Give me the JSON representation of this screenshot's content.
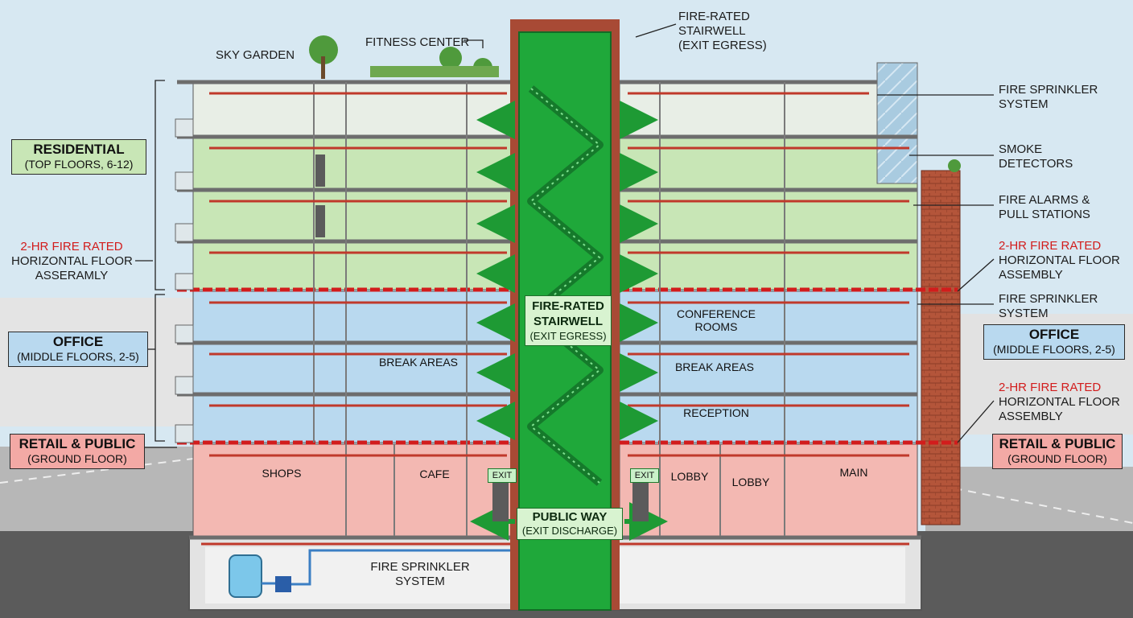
{
  "labels": {
    "sky_garden": "SKY GARDEN",
    "fitness_center": "FITNESS CENTER",
    "stair_top_1": "FIRE-RATED",
    "stair_top_2": "STAIRWELL",
    "stair_top_3": "(EXIT EGRESS)",
    "sprinkler_r1_1": "FIRE SPRINKLER",
    "sprinkler_r1_2": "SYSTEM",
    "smoke_1": "SMOKE",
    "smoke_2": "DETECTORS",
    "alarms_1": "FIRE ALARMS &",
    "alarms_2": "PULL STATIONS",
    "rated_r1_1": "2-HR FIRE RATED",
    "rated_r1_2": "HORIZONTAL FLOOR",
    "rated_r1_3": "ASSEMBLY",
    "sprinkler_r2_1": "FIRE SPRINKLER",
    "sprinkler_r2_2": "SYSTEM",
    "rated_r2_1": "2-HR FIRE RATED",
    "rated_r2_2": "HORIZONTAL FLOOR",
    "rated_r2_3": "ASSEMBLY",
    "rated_left_1": "2-HR FIRE RATED",
    "rated_left_2": "HORIZONTAL FLOOR",
    "rated_left_3": "ASSERAMLY",
    "sprinkler_bottom_1": "FIRE SPRINKLER",
    "sprinkler_bottom_2": "SYSTEM"
  },
  "zones": {
    "residential_title": "RESIDENTIAL",
    "residential_sub": "(TOP FLOORS, 6-12)",
    "office_title": "OFFICE",
    "office_sub": "(MIDDLE FLOORS, 2-5)",
    "retail_title": "RETAIL & PUBLIC",
    "retail_sub": "(GROUND FLOOR)"
  },
  "rooms": {
    "conference_1": "CONFERENCE",
    "conference_2": "ROOMS",
    "break_left": "BREAK AREAS",
    "break_right": "BREAK AREAS",
    "reception": "RECEPTION",
    "shops": "SHOPS",
    "cafe": "CAFE",
    "lobby_1": "LOBBY",
    "lobby_2": "LOBBY",
    "main": "MAIN"
  },
  "stairwell": {
    "line1": "FIRE-RATED",
    "line2": "STAIRWELL",
    "line3": "(EXIT EGRESS)"
  },
  "public_way": {
    "title": "PUBLIC WAY",
    "sub": "(EXIT DISCHARGE)"
  },
  "exit_sign": "EXIT",
  "colors": {
    "residential": "#c8e6b6",
    "office": "#b9d9ef",
    "retail": "#f3a9a5",
    "stairwell": "#1fa83a",
    "fire_rated": "#d21c1c",
    "sky": "#cfe2ee"
  }
}
